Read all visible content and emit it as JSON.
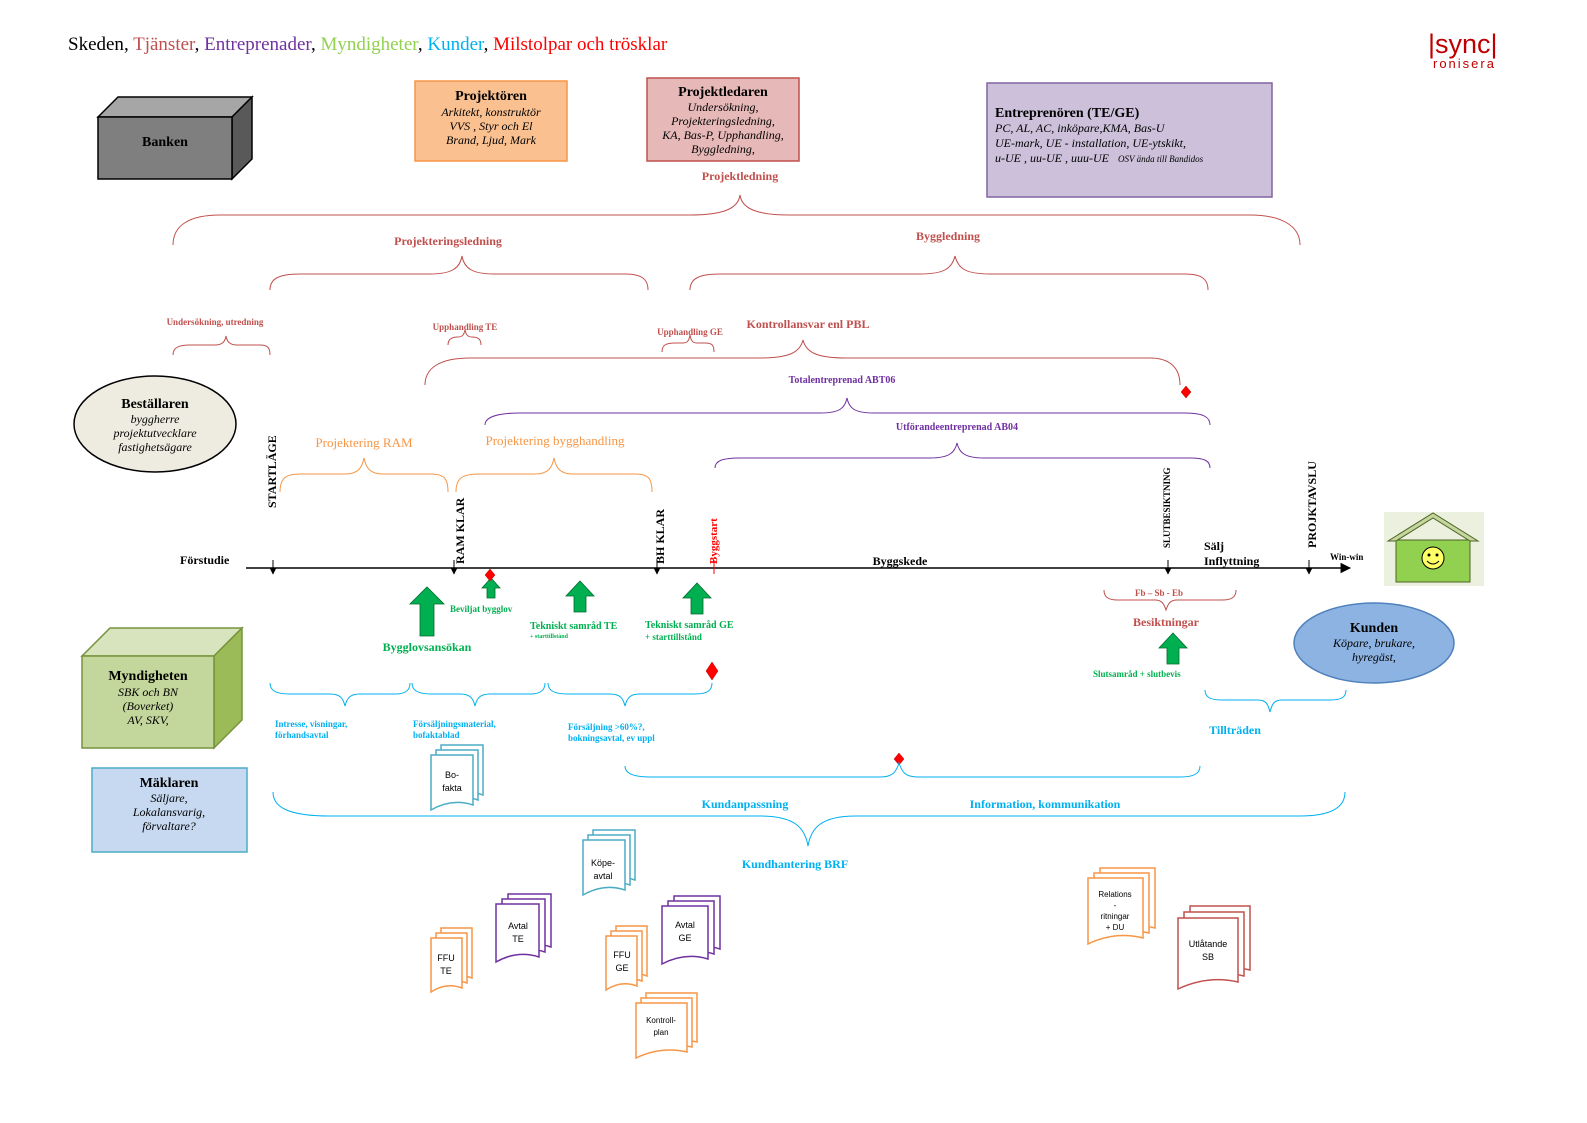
{
  "title": [
    {
      "text": "Skeden",
      "color": "#000000"
    },
    {
      "text": ", ",
      "color": "#000000"
    },
    {
      "text": "Tjänster",
      "color": "#c0504d"
    },
    {
      "text": ", ",
      "color": "#000000"
    },
    {
      "text": "Entreprenader",
      "color": "#7030a0"
    },
    {
      "text": ", ",
      "color": "#000000"
    },
    {
      "text": "Myndigheter",
      "color": "#92d050"
    },
    {
      "text": ", ",
      "color": "#000000"
    },
    {
      "text": "Kunder",
      "color": "#00b0f0"
    },
    {
      "text": ", ",
      "color": "#000000"
    },
    {
      "text": "Milstolpar och trösklar",
      "color": "#ff0000"
    }
  ],
  "logo": {
    "line1": "|sync|",
    "line2": "ronisera"
  },
  "colors": {
    "tjanster": "#c0504d",
    "entreprenad": "#7030a0",
    "myndighet": "#00b050",
    "kund": "#00b0f0",
    "milstolpe": "#ff0000",
    "projektering": "#f79646"
  },
  "actors": {
    "banken": {
      "title": "Banken"
    },
    "projektoren": {
      "title": "Projektören",
      "lines": [
        "Arkitekt, konstruktör",
        "VVS , Styr och El",
        "Brand, Ljud, Mark"
      ]
    },
    "projektledaren": {
      "title": "Projektledaren",
      "lines": [
        "Undersökning,",
        "Projekteringsledning,",
        "KA, Bas-P, Upphandling,",
        "Byggledning,"
      ]
    },
    "entreprenoren": {
      "title": "Entreprenören (TE/GE)",
      "lines": [
        "PC, AL, AC, inköpare,KMA, Bas-U",
        "UE-mark, UE - installation, UE-ytskikt,",
        "u-UE , uu-UE , uuu-UE"
      ],
      "note": "OSV ända till Bandidos"
    },
    "bestallaren": {
      "title": "Beställaren",
      "lines": [
        "byggherre",
        "projektutvecklare",
        "fastighetsägare"
      ]
    },
    "myndigheten": {
      "title": "Myndigheten",
      "lines": [
        "SBK och BN",
        "(Boverket)",
        "AV, SKV,"
      ]
    },
    "maklaren": {
      "title": "Mäklaren",
      "lines": [
        "Säljare,",
        "Lokalansvarig,",
        "förvaltare?"
      ]
    },
    "kunden": {
      "title": "Kunden",
      "lines": [
        "Köpare, brukare,",
        "hyregäst,"
      ]
    }
  },
  "services": {
    "projektledning": "Projektledning",
    "projekteringsledning": "Projekteringsledning",
    "byggledning": "Byggledning",
    "undersokning": "Undersökning, utredning",
    "upphandling_te": "Upphandling TE",
    "upphandling_ge": "Upphandling GE",
    "kontrollansvar": "Kontrollansvar enl PBL"
  },
  "contracts": {
    "totalentreprenad": "Totalentreprenad ABT06",
    "utforandeentreprenad": "Utförandeentreprenad AB04"
  },
  "projektering": {
    "ram": "Projektering RAM",
    "bygghandling": "Projektering bygghandling"
  },
  "timeline": {
    "forstudie": "Förstudie",
    "startlage": "STARTLÄGE",
    "ram_klar": "RAM KLAR",
    "bh_klar": "BH KLAR",
    "byggstart": "Byggstart",
    "byggskede": "Byggskede",
    "slutbesiktning": "SLUTBESIKTNING",
    "salj": "Sälj",
    "inflyttning": "Inflyttning",
    "projektavslu": "PROJKTAVSLU",
    "winwin": "Win-win"
  },
  "authority": {
    "bygglovsansokan": "Bygglovsansökan",
    "beviljat_bygglov": "Beviljat bygglov",
    "tekniskt_te": "Tekniskt samråd TE",
    "tekniskt_te_sub": "+ starttillstånd",
    "tekniskt_ge": "Tekniskt samråd GE",
    "tekniskt_ge_sub": "+ starttillstånd",
    "fb_sb_eb": "Fb – Sb - Eb",
    "besiktningar": "Besiktningar",
    "slutsamrad": "Slutsamråd + slutbevis"
  },
  "customer": {
    "intresse": [
      "Intresse, visningar,",
      "förhandsavtal"
    ],
    "forsaljningsmaterial": [
      "Försäljningsmaterial,",
      "bofaktablad"
    ],
    "forsaljning": [
      "Försäljning >60%?,",
      "bokningsavtal, ev uppl"
    ],
    "tilltraden": "Tillträden",
    "kundanpassning": "Kundanpassning",
    "information": "Information, kommunikation",
    "kundhantering": "Kundhantering BRF"
  },
  "documents": {
    "bofakta": [
      "Bo-",
      "fakta"
    ],
    "kopeavtal": [
      "Köpe-",
      "avtal"
    ],
    "avtal_te": [
      "Avtal",
      "TE"
    ],
    "avtal_ge": [
      "Avtal",
      "GE"
    ],
    "ffu_te": [
      "FFU",
      "TE"
    ],
    "ffu_ge": [
      "FFU",
      "GE"
    ],
    "kontrollplan": [
      "Kontroll-",
      "plan"
    ],
    "relationsritningar": [
      "Relations",
      "-",
      "ritningar",
      "+ DU"
    ],
    "utlatande": [
      "Utlåtande",
      "SB"
    ]
  }
}
